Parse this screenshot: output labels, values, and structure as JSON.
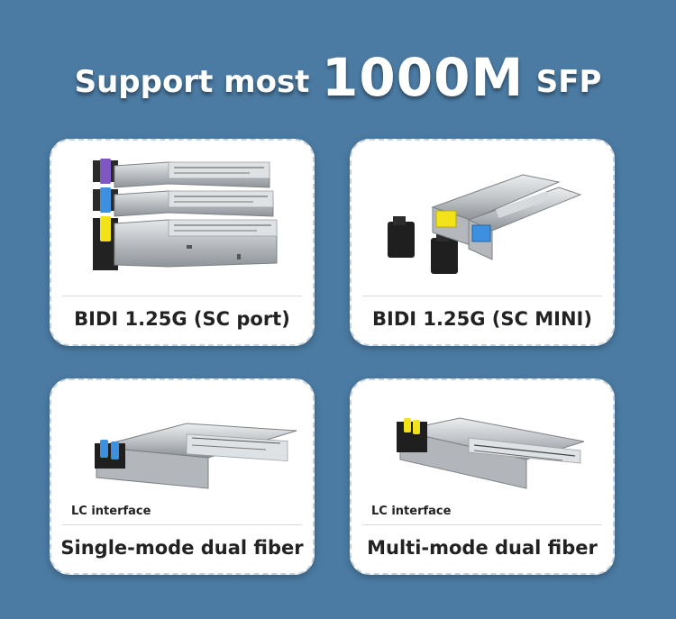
{
  "headline": {
    "part1": "Support most",
    "part2": "1000M",
    "part3": "SFP"
  },
  "cards": [
    {
      "caption": "BIDI 1.25G (SC port)",
      "interface": ""
    },
    {
      "caption": "BIDI 1.25G (SC MINI)",
      "interface": ""
    },
    {
      "caption": "Single-mode dual fiber",
      "interface": "LC interface"
    },
    {
      "caption": "Multi-mode dual fiber",
      "interface": "LC interface"
    }
  ],
  "colors": {
    "background": "#4b7ba3",
    "card": "#ffffff",
    "connector_purple": "#7e57c2",
    "connector_blue": "#3d8fe0",
    "connector_yellow": "#f2e318"
  }
}
